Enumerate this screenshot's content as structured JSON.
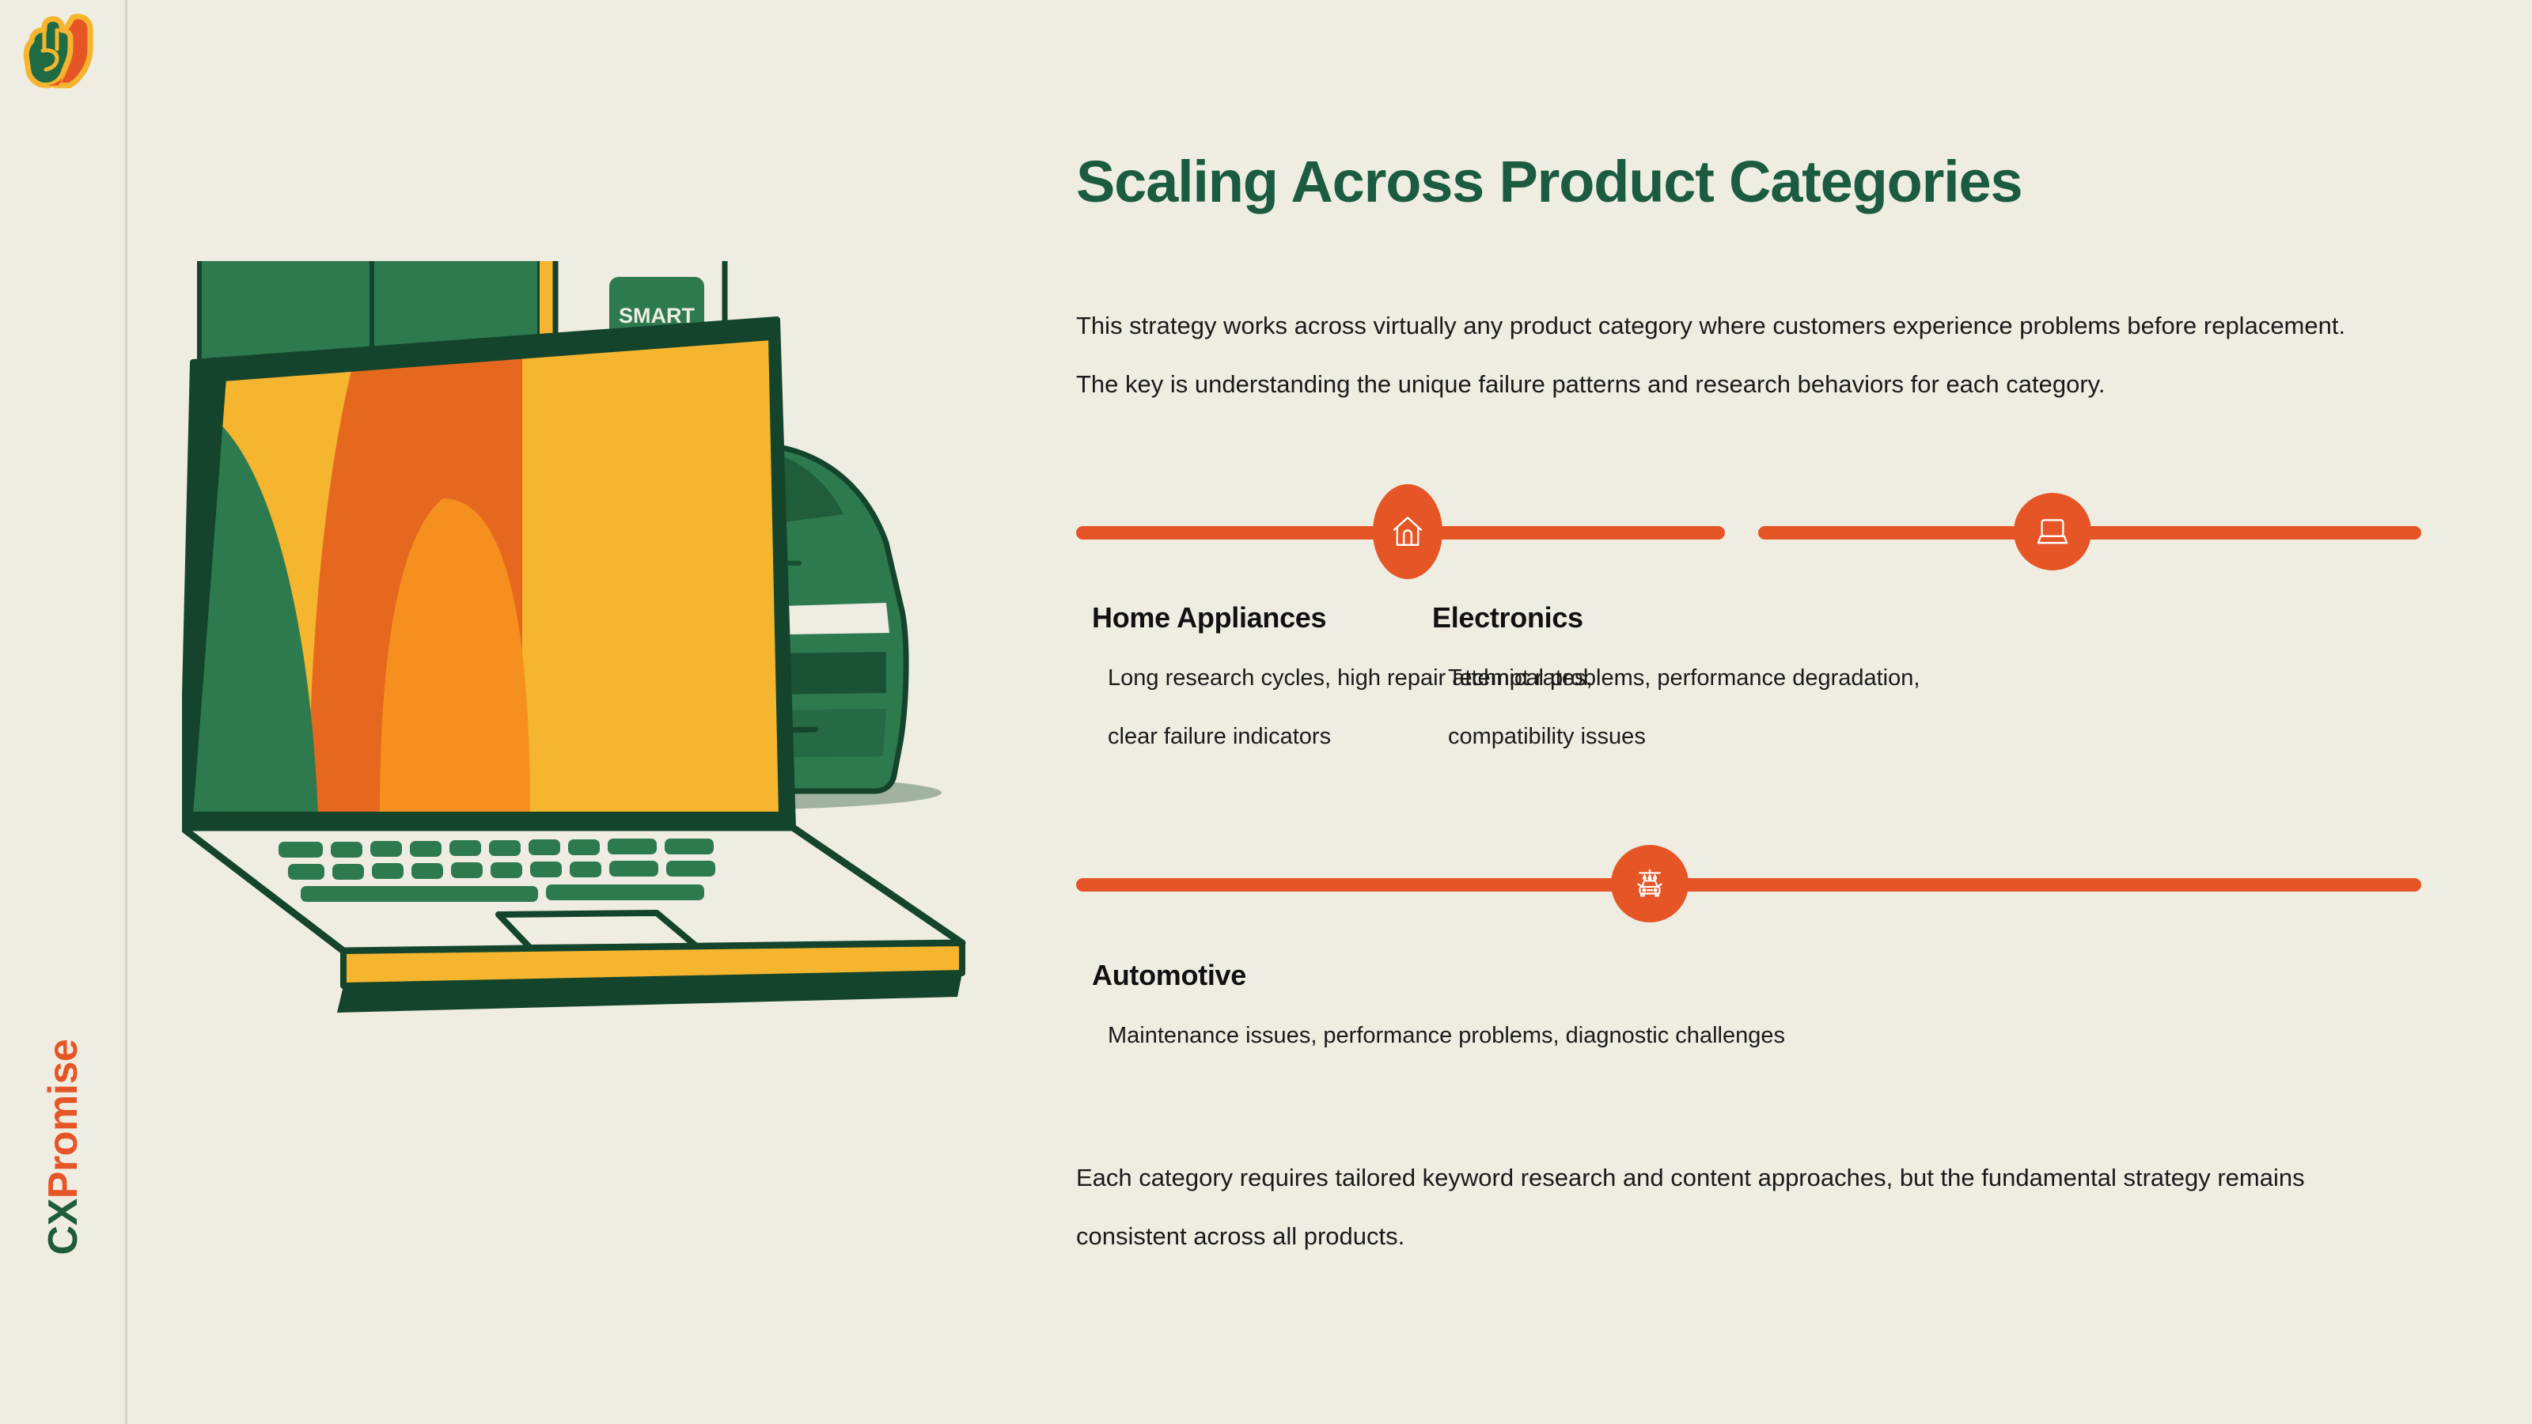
{
  "brand": {
    "logo_icon": "pinky-promise-hand-icon",
    "name_part1": "CX",
    "name_part2": "Promise"
  },
  "header": {
    "title": "Scaling Across Product Categories"
  },
  "main": {
    "intro": "This strategy works across virtually any product category where customers experience problems before replacement. The key is understanding the unique failure patterns and research behaviors for each category.",
    "outro": "Each category requires tailored keyword research and content approaches, but the fundamental strategy remains consistent across all products.",
    "categories": [
      {
        "id": "home-appliances",
        "title": "Home Appliances",
        "description": "Long research cycles, high repair attempt rates, clear failure indicators",
        "icon": "house-icon"
      },
      {
        "id": "electronics",
        "title": "Electronics",
        "description": "Technical problems, performance degradation, compatibility issues",
        "icon": "laptop-icon"
      },
      {
        "id": "automotive",
        "title": "Automotive",
        "description": "Maintenance issues, performance problems, diagnostic challenges",
        "icon": "car-wash-icon"
      }
    ]
  },
  "illustration": {
    "name": "appliance-laptop-car-illustration",
    "fridge_display_label": "SMART"
  },
  "colors": {
    "background": "#EFEDE2",
    "brand_green": "#1B5B40",
    "brand_orange": "#E65525",
    "accent_yellow": "#F5B52E",
    "illustration_green": "#2E7A4F",
    "illustration_dark_green": "#14452C",
    "divider": "#D3D3CA"
  }
}
